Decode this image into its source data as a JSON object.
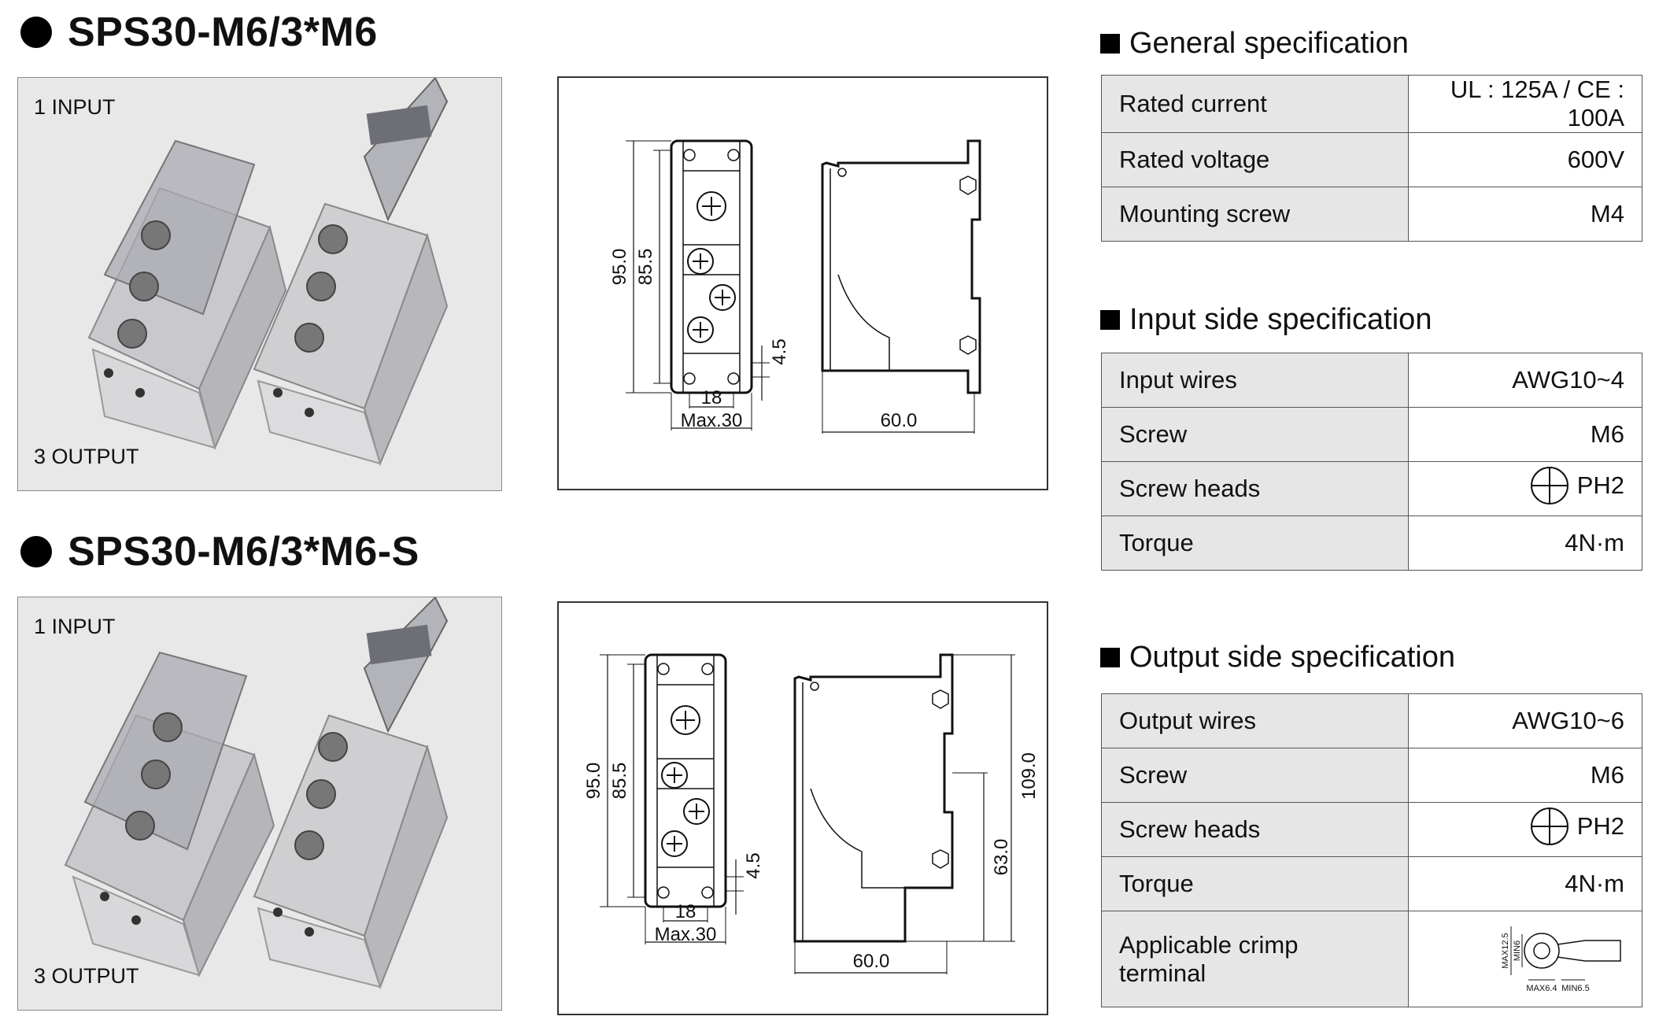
{
  "products": [
    {
      "title": "SPS30-M6/3*M6",
      "input_label": "1 INPUT",
      "output_label": "3 OUTPUT",
      "dims": {
        "overall": "95.0",
        "inner": "85.5",
        "offset": "4.5",
        "pitch": "18",
        "max_width": "Max.30",
        "depth": "60.0"
      }
    },
    {
      "title": "SPS30-M6/3*M6-S",
      "input_label": "1 INPUT",
      "output_label": "3 OUTPUT",
      "dims": {
        "overall": "95.0",
        "inner": "85.5",
        "offset": "4.5",
        "pitch": "18",
        "max_width": "Max.30",
        "depth": "60.0",
        "height_total": "109.0",
        "height_lower": "63.0"
      }
    }
  ],
  "general": {
    "title": "General specification",
    "rows": [
      {
        "key": "Rated current",
        "value": "UL : 125A / CE : 100A"
      },
      {
        "key": "Rated voltage",
        "value": "600V"
      },
      {
        "key": "Mounting screw",
        "value": "M4"
      }
    ]
  },
  "input": {
    "title": "Input side specification",
    "rows": [
      {
        "key": "Input wires",
        "value": "AWG10~4"
      },
      {
        "key": "Screw",
        "value": "M6"
      },
      {
        "key": "Screw heads",
        "value": "PH2"
      },
      {
        "key": "Torque",
        "value": "4N·m"
      }
    ]
  },
  "output": {
    "title": "Output side specification",
    "rows": [
      {
        "key": "Output wires",
        "value": "AWG10~6"
      },
      {
        "key": "Screw",
        "value": "M6"
      },
      {
        "key": "Screw heads",
        "value": "PH2"
      },
      {
        "key": "Torque",
        "value": "4N·m"
      },
      {
        "key": "Applicable crimp terminal",
        "value": ""
      }
    ],
    "crimp_labels": {
      "max_height": "MAX12.5",
      "min_hole": "MIN6",
      "max_width": "MAX6.4",
      "min_length": "MIN6.5"
    }
  },
  "icons": {
    "bullet": "filled-circle",
    "section_marker": "filled-square",
    "screw_head": "phillips-cross-icon"
  }
}
